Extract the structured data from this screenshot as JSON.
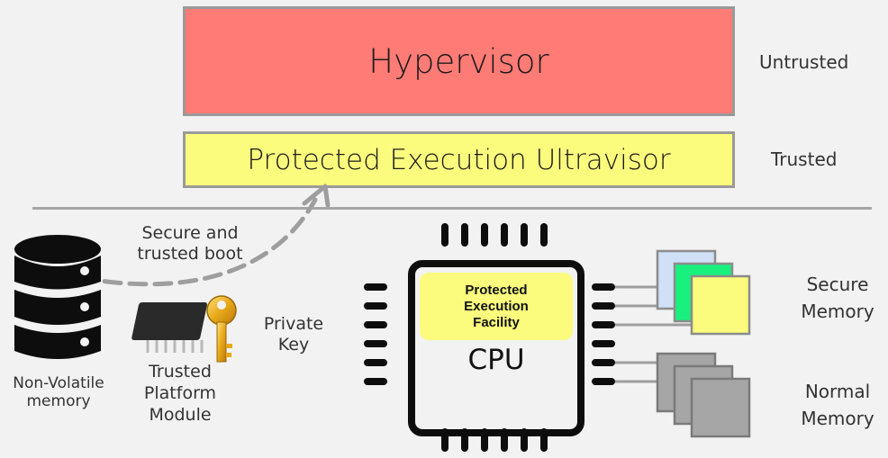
{
  "hypervisor": {
    "label": "Hypervisor",
    "trust": "Untrusted",
    "color": "#ff7b76"
  },
  "ultravisor": {
    "label": "Protected Execution Ultravisor",
    "trust": "Trusted",
    "color": "#fbfb7d"
  },
  "boot": {
    "line1": "Secure and",
    "line2": "trusted boot"
  },
  "nvm": {
    "line1": "Non-Volatile",
    "line2": "memory"
  },
  "tpm": {
    "line1": "Trusted",
    "line2": "Platform",
    "line3": "Module"
  },
  "key": {
    "line1": "Private",
    "line2": "Key"
  },
  "cpu": {
    "label": "CPU",
    "facility_line1": "Protected",
    "facility_line2": "Execution",
    "facility_line3": "Facility"
  },
  "secure_memory": {
    "line1": "Secure",
    "line2": "Memory",
    "colors": [
      "#cfe0f7",
      "#19f07e",
      "#fbfb7d"
    ]
  },
  "normal_memory": {
    "line1": "Normal",
    "line2": "Memory",
    "color": "#a6a6a6"
  }
}
